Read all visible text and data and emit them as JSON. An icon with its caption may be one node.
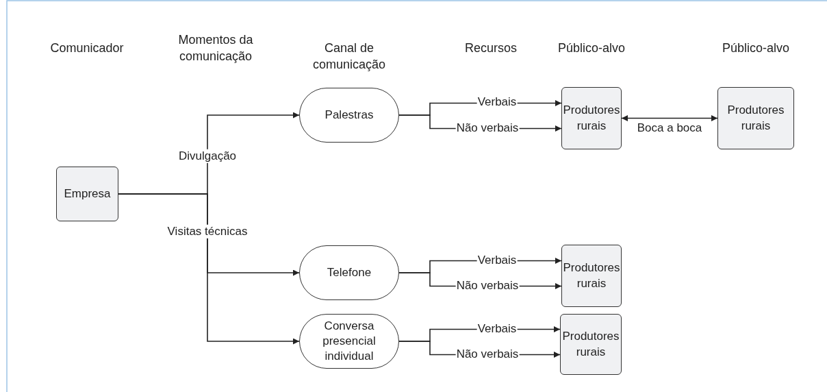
{
  "diagram": {
    "nodes": [
      {
        "text": [
          "Empresa"
        ]
      },
      {
        "text": [
          "Palestras"
        ]
      },
      {
        "text": [
          "Telefone"
        ]
      },
      {
        "text": [
          "Conversa presencial individual"
        ]
      },
      {
        "text": [
          "Produtores rurais"
        ]
      },
      {
        "text": [
          "Produtores rurais"
        ]
      },
      {
        "text": [
          "Produtores rurais"
        ]
      },
      {
        "text": [
          "Produtores rurais"
        ]
      }
    ],
    "edges": [
      {
        "from": 0,
        "to": 1,
        "arrow": "to",
        "label": "Divulgação"
      },
      {
        "from": 0,
        "to": 2,
        "arrow": "to",
        "label": "Visitas técnicas"
      },
      {
        "from": 0,
        "to": 3,
        "arrow": "to"
      },
      {
        "from": 1,
        "to": 4,
        "arrow": "to",
        "label": "Verbais"
      },
      {
        "from": 1,
        "to": 4,
        "arrow": "to",
        "label": "Não verbais"
      },
      {
        "from": 4,
        "to": 5,
        "arrow": "both",
        "label": "Boca a boca"
      },
      {
        "from": 2,
        "to": 6,
        "arrow": "to",
        "label": "Verbais"
      },
      {
        "from": 2,
        "to": 6,
        "arrow": "to",
        "label": "Não verbais"
      },
      {
        "from": 3,
        "to": 7,
        "arrow": "to",
        "label": "Verbais"
      },
      {
        "from": 3,
        "to": 7,
        "arrow": "to",
        "label": "Não verbais"
      }
    ],
    "labels": [
      "Comunicador",
      "Momentos da comunicação",
      "Canal de comunicação",
      "Recursos",
      "Público-alvo",
      "Público-alvo"
    ]
  }
}
